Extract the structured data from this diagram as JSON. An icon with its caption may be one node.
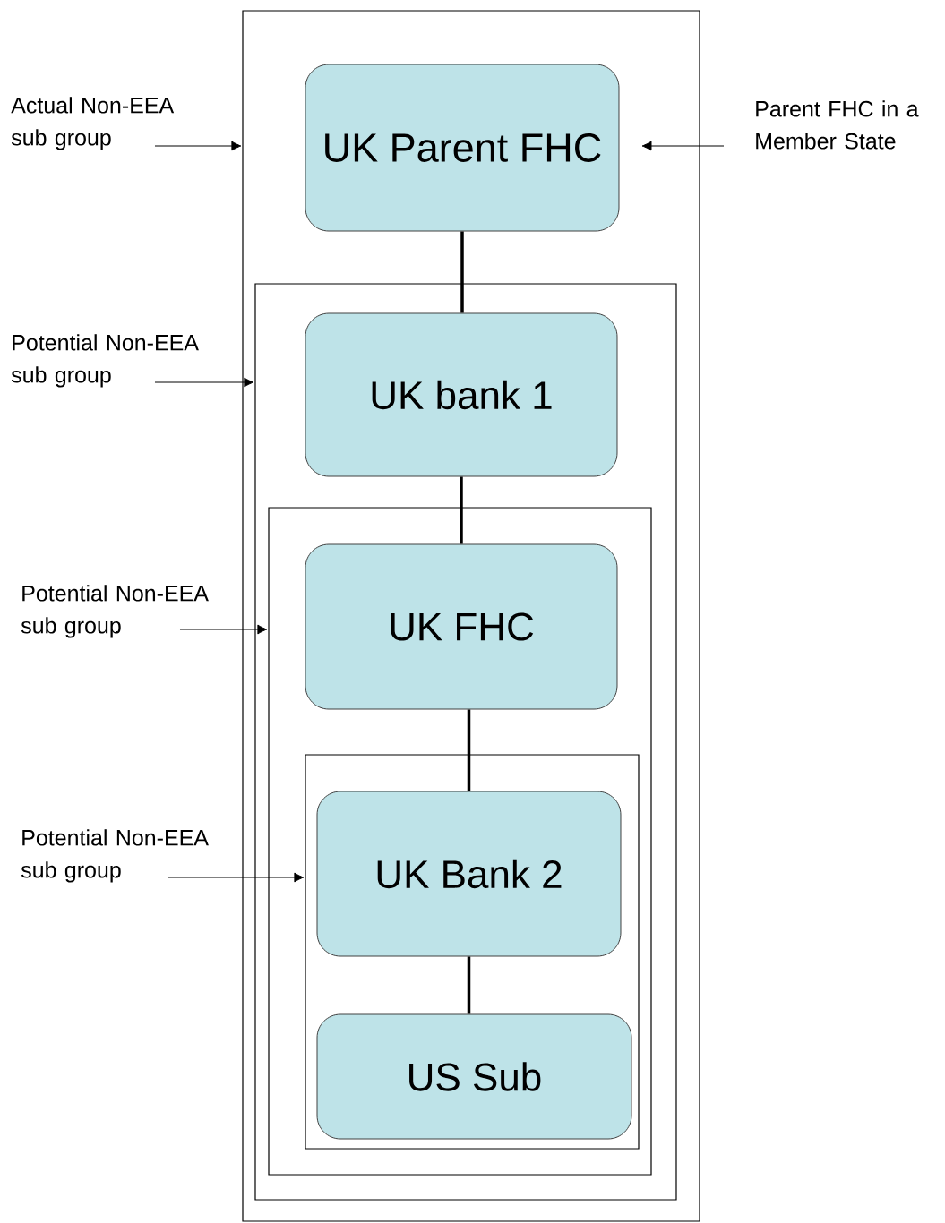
{
  "diagram": {
    "nodes": [
      {
        "text": [],
        "shape": "box"
      },
      {
        "text": [
          "Actual Non-EEA sub group"
        ]
      },
      {
        "text": [
          "UK Parent FHC"
        ],
        "in": 0
      },
      {
        "text": [
          "Parent FHC in a Member State"
        ]
      },
      {
        "text": [],
        "shape": "box",
        "in": 0
      },
      {
        "text": [
          "Potential Non-EEA sub group"
        ]
      },
      {
        "text": [
          "UK bank 1"
        ],
        "in": 4
      },
      {
        "text": [],
        "shape": "box",
        "in": 4
      },
      {
        "text": [
          "Potential Non-EEA sub group"
        ]
      },
      {
        "text": [
          "UK FHC"
        ],
        "in": 7
      },
      {
        "text": [],
        "shape": "box",
        "in": 7
      },
      {
        "text": [
          "Potential Non-EEA sub group"
        ]
      },
      {
        "text": [
          "UK Bank 2"
        ],
        "in": 10
      },
      {
        "text": [
          "US Sub"
        ],
        "in": 10
      }
    ],
    "edges": [
      {
        "from": 1,
        "to": 0,
        "arrow": "to"
      },
      {
        "from": 3,
        "to": 2,
        "arrow": "to"
      },
      {
        "from": 2,
        "to": 6,
        "arrow": "none",
        "style": "thick"
      },
      {
        "from": 5,
        "to": 4,
        "arrow": "to"
      },
      {
        "from": 6,
        "to": 9,
        "arrow": "none",
        "style": "thick"
      },
      {
        "from": 8,
        "to": 7,
        "arrow": "to"
      },
      {
        "from": 9,
        "to": 12,
        "arrow": "none",
        "style": "thick"
      },
      {
        "from": 11,
        "to": 10,
        "arrow": "to"
      },
      {
        "from": 12,
        "to": 13,
        "arrow": "none",
        "style": "thick"
      }
    ]
  }
}
